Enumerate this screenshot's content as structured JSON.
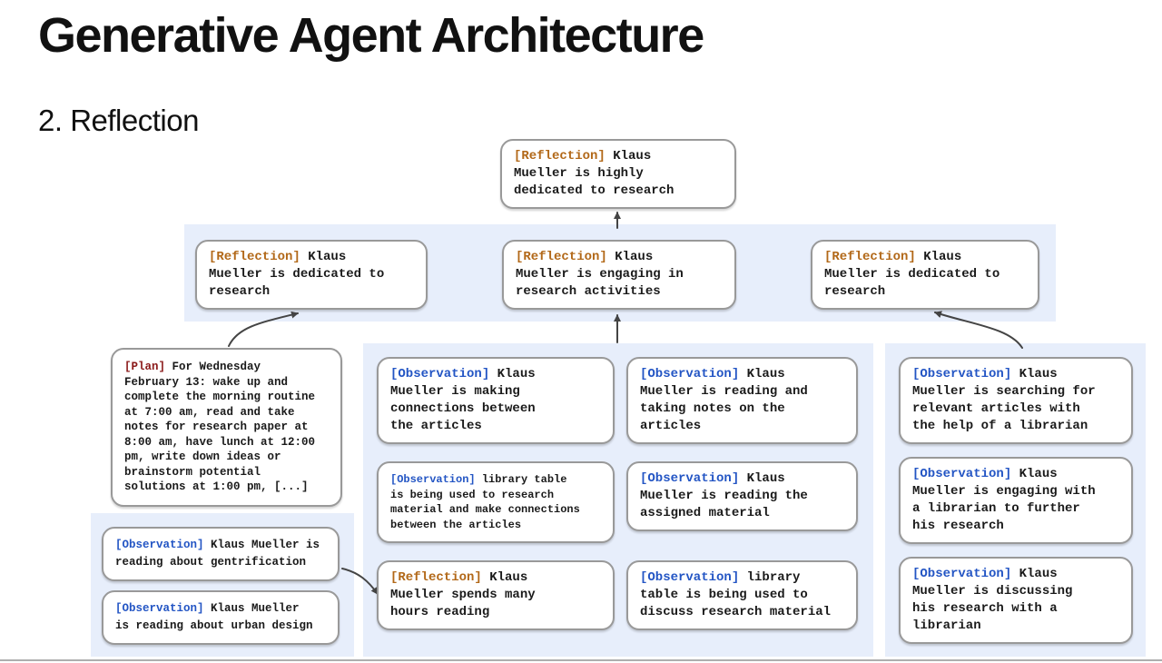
{
  "slide": {
    "title": "Generative Agent Architecture",
    "subtitle": "2. Reflection"
  },
  "colors": {
    "reflection_tag": "#b26818",
    "observation_tag": "#2355c4",
    "plan_tag": "#8b1a1a",
    "panel_background": "#e7eefb",
    "box_border": "#999999",
    "arrow": "#444444"
  },
  "nodes": {
    "top_reflection": {
      "tag": "[Reflection]",
      "text": "Klaus\nMueller is highly\ndedicated to research"
    },
    "band_reflections": [
      {
        "tag": "[Reflection]",
        "text": "Klaus\nMueller is dedicated to\nresearch"
      },
      {
        "tag": "[Reflection]",
        "text": "Klaus\nMueller is engaging in\nresearch activities"
      },
      {
        "tag": "[Reflection]",
        "text": "Klaus\nMueller is dedicated to\nresearch"
      }
    ],
    "plan": {
      "tag": "[Plan]",
      "text": "For Wednesday\nFebruary 13: wake up and\ncomplete the morning routine\nat 7:00 am, read and take\nnotes for research paper at\n8:00 am, have lunch at 12:00\npm, write down ideas or\nbrainstorm potential\nsolutions at 1:00 pm, [...]"
    },
    "left_observations": [
      {
        "tag": "[Observation]",
        "text": "Klaus Mueller is\nreading about gentrification"
      },
      {
        "tag": "[Observation]",
        "text": "Klaus Mueller\nis reading about urban design"
      }
    ],
    "mid_col1": [
      {
        "tag": "[Observation]",
        "text": "Klaus\nMueller is making\nconnections between\nthe articles"
      },
      {
        "tag": "[Observation]",
        "text": "library table\nis being used to research\nmaterial and make connections\nbetween the articles"
      },
      {
        "tag": "[Reflection]",
        "text": "Klaus\nMueller spends many\nhours reading"
      }
    ],
    "mid_col2": [
      {
        "tag": "[Observation]",
        "text": "Klaus\nMueller is reading and\ntaking notes on the\narticles"
      },
      {
        "tag": "[Observation]",
        "text": "Klaus\nMueller is reading the\nassigned material"
      },
      {
        "tag": "[Observation]",
        "text": "library\ntable is being used to\ndiscuss research material"
      }
    ],
    "right_observations": [
      {
        "tag": "[Observation]",
        "text": "Klaus\nMueller is searching for\nrelevant articles with\nthe help of a librarian"
      },
      {
        "tag": "[Observation]",
        "text": "Klaus\nMueller is engaging with\na librarian to further\nhis research"
      },
      {
        "tag": "[Observation]",
        "text": "Klaus\nMueller is discussing\nhis research with a\nlibrarian"
      }
    ]
  }
}
